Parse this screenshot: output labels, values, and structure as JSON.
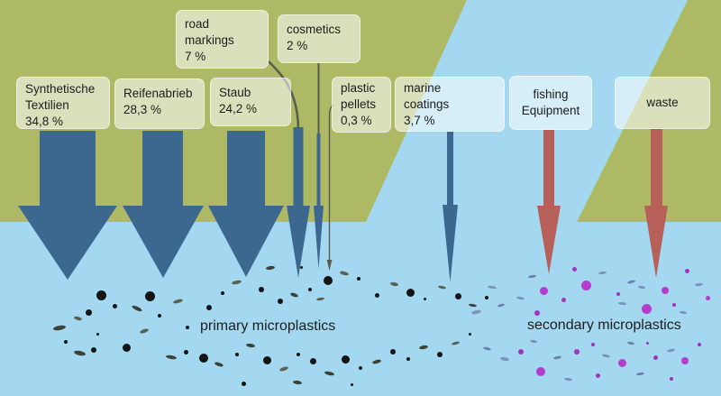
{
  "diagram": {
    "subject": "sources of microplastics entering water",
    "language": "mixed German/English"
  },
  "colors": {
    "green": "#aeb966",
    "water": "#a3d8f0",
    "arrow_blue": "#3c6890",
    "arrow_red": "#b7605a",
    "line_gray": "#575c4e",
    "text": "#1d1d1d",
    "box_fill": "rgba(255,255,255,0.56)",
    "box_border": "rgba(255,255,255,0.55)"
  },
  "boxes": {
    "synthetic_textiles": {
      "lines": [
        "Synthetische",
        "Textilien",
        "34,8 %"
      ]
    },
    "tyre_abrasion": {
      "lines": [
        "Reifenabrieb",
        "28,3 %"
      ]
    },
    "dust": {
      "lines": [
        "Staub",
        "24,2 %"
      ]
    },
    "road_markings": {
      "lines": [
        "road",
        "markings",
        "7 %"
      ]
    },
    "cosmetics": {
      "lines": [
        "cosmetics",
        "2 %"
      ]
    },
    "plastic_pellets": {
      "lines": [
        "plastic",
        "pellets",
        "0,3 %"
      ]
    },
    "marine_coatings": {
      "lines": [
        "marine",
        "coatings",
        "3,7 %"
      ]
    },
    "fishing_equipment": {
      "lines": [
        "fishing",
        "Equipment"
      ]
    },
    "waste": {
      "lines": [
        "waste"
      ]
    }
  },
  "captions": {
    "primary": "primary microplastics",
    "secondary": "secondary microplastics"
  },
  "chart_data": {
    "type": "diagram",
    "title": "",
    "groups": [
      {
        "name": "primary microplastics",
        "categories": [
          "Synthetische Textilien",
          "Reifenabrieb",
          "Staub",
          "road markings",
          "cosmetics",
          "plastic pellets",
          "marine coatings"
        ],
        "values_percent": [
          34.8,
          28.3,
          24.2,
          7,
          2,
          0.3,
          3.7
        ]
      },
      {
        "name": "secondary microplastics",
        "categories": [
          "fishing Equipment",
          "waste"
        ],
        "values_percent": [
          null,
          null
        ]
      }
    ]
  },
  "dot_palettes": {
    "primary": [
      "#141414",
      "#3d4236",
      "#5c6250"
    ],
    "secondary": [
      "#b53ccf",
      "#9f35be",
      "#8090bf",
      "#6d7fae"
    ]
  },
  "primary_dots": [
    [
      66,
      363,
      "e",
      14,
      5,
      -10,
      1
    ],
    [
      86,
      353,
      "e",
      9,
      4,
      15,
      2
    ],
    [
      98,
      346,
      "c",
      7,
      0
    ],
    [
      112,
      327,
      "c",
      11,
      0
    ],
    [
      127,
      339,
      "c",
      5,
      0
    ],
    [
      73,
      379,
      "c",
      4,
      0
    ],
    [
      88,
      391,
      "e",
      13,
      5,
      12,
      1
    ],
    [
      104,
      388,
      "c",
      6,
      0
    ],
    [
      140,
      385,
      "c",
      9,
      0
    ],
    [
      152,
      342,
      "e",
      12,
      4,
      25,
      1
    ],
    [
      166,
      328,
      "c",
      11,
      0
    ],
    [
      177,
      350,
      "c",
      4,
      0
    ],
    [
      160,
      367,
      "e",
      10,
      4,
      -20,
      2
    ],
    [
      190,
      396,
      "e",
      12,
      4,
      10,
      1
    ],
    [
      206,
      390,
      "c",
      5,
      0
    ],
    [
      197,
      334,
      "e",
      11,
      4,
      -15,
      2
    ],
    [
      208,
      363,
      "c",
      4,
      0
    ],
    [
      226,
      397,
      "c",
      10,
      0
    ],
    [
      232,
      341,
      "c",
      6,
      0
    ],
    [
      243,
      404,
      "e",
      10,
      4,
      18,
      1
    ],
    [
      247,
      325,
      "c",
      4,
      0
    ],
    [
      262,
      313,
      "e",
      11,
      4,
      -12,
      2
    ],
    [
      263,
      393,
      "c",
      4,
      0
    ],
    [
      278,
      383,
      "e",
      10,
      4,
      8,
      1
    ],
    [
      290,
      321,
      "c",
      6,
      0
    ],
    [
      296,
      399,
      "c",
      9,
      0
    ],
    [
      300,
      297,
      "e",
      10,
      4,
      -8,
      1
    ],
    [
      311,
      334,
      "c",
      6,
      0
    ],
    [
      315,
      409,
      "e",
      10,
      4,
      -18,
      2
    ],
    [
      326,
      327,
      "e",
      9,
      4,
      20,
      1
    ],
    [
      331,
      393,
      "c",
      4,
      0
    ],
    [
      334,
      296,
      "c",
      3,
      0
    ],
    [
      347,
      400,
      "c",
      7,
      0
    ],
    [
      344,
      321,
      "c",
      4,
      0
    ],
    [
      355,
      331,
      "e",
      9,
      3,
      -10,
      2
    ],
    [
      364,
      311,
      "c",
      10,
      0
    ],
    [
      365,
      414,
      "e",
      11,
      4,
      12,
      1
    ],
    [
      382,
      303,
      "e",
      10,
      4,
      15,
      2
    ],
    [
      383,
      398,
      "c",
      9,
      0
    ],
    [
      398,
      309,
      "c",
      4,
      0
    ],
    [
      400,
      408,
      "c",
      4,
      0
    ],
    [
      418,
      327,
      "c",
      5,
      0
    ],
    [
      418,
      401,
      "e",
      10,
      4,
      -15,
      1
    ],
    [
      436,
      390,
      "c",
      6,
      0
    ],
    [
      437,
      315,
      "e",
      9,
      4,
      10,
      2
    ],
    [
      453,
      398,
      "c",
      4,
      0
    ],
    [
      455,
      324,
      "c",
      9,
      0
    ],
    [
      470,
      385,
      "e",
      10,
      4,
      -10,
      1
    ],
    [
      471,
      331,
      "c",
      3,
      0
    ],
    [
      488,
      393,
      "c",
      6,
      0
    ],
    [
      490,
      318,
      "e",
      9,
      3,
      12,
      2
    ],
    [
      505,
      380,
      "e",
      9,
      3,
      -14,
      2
    ],
    [
      508,
      328,
      "c",
      7,
      0
    ],
    [
      521,
      370,
      "c",
      3,
      0
    ],
    [
      524,
      338,
      "e",
      9,
      3,
      10,
      1
    ],
    [
      540,
      330,
      "c",
      4,
      0
    ],
    [
      270,
      425,
      "c",
      5,
      0
    ],
    [
      330,
      424,
      "e",
      10,
      4,
      8,
      1
    ],
    [
      390,
      426,
      "c",
      3,
      0
    ],
    [
      108,
      370,
      "c",
      3,
      0
    ]
  ],
  "secondary_dots": [
    [
      528,
      346,
      "e",
      11,
      4,
      -12,
      2
    ],
    [
      540,
      386,
      "e",
      9,
      3,
      14,
      3
    ],
    [
      546,
      318,
      "e",
      10,
      3,
      8,
      2
    ],
    [
      556,
      338,
      "e",
      8,
      3,
      -16,
      3
    ],
    [
      560,
      398,
      "e",
      10,
      4,
      10,
      2
    ],
    [
      577,
      330,
      "e",
      9,
      3,
      12,
      2
    ],
    [
      578,
      390,
      "c",
      6,
      1
    ],
    [
      590,
      306,
      "e",
      9,
      3,
      -10,
      3
    ],
    [
      592,
      378,
      "e",
      8,
      3,
      10,
      2
    ],
    [
      596,
      347,
      "c",
      6,
      1
    ],
    [
      600,
      412,
      "c",
      10,
      0
    ],
    [
      603,
      322,
      "c",
      9,
      0
    ],
    [
      618,
      396,
      "e",
      9,
      3,
      -12,
      3
    ],
    [
      625,
      332,
      "c",
      5,
      1
    ],
    [
      630,
      420,
      "e",
      9,
      3,
      10,
      2
    ],
    [
      637,
      298,
      "c",
      5,
      1
    ],
    [
      640,
      390,
      "c",
      6,
      1
    ],
    [
      650,
      316,
      "c",
      11,
      0
    ],
    [
      658,
      382,
      "c",
      4,
      1
    ],
    [
      663,
      416,
      "c",
      5,
      1
    ],
    [
      668,
      302,
      "e",
      9,
      3,
      -8,
      2
    ],
    [
      672,
      394,
      "e",
      9,
      3,
      12,
      2
    ],
    [
      686,
      326,
      "c",
      4,
      1
    ],
    [
      690,
      336,
      "e",
      9,
      3,
      6,
      2
    ],
    [
      690,
      402,
      "c",
      9,
      0
    ],
    [
      700,
      312,
      "e",
      9,
      3,
      -14,
      3
    ],
    [
      700,
      380,
      "e",
      8,
      3,
      10,
      3
    ],
    [
      710,
      414,
      "e",
      9,
      3,
      -10,
      3
    ],
    [
      712,
      318,
      "e",
      8,
      3,
      8,
      2
    ],
    [
      717,
      342,
      "c",
      11,
      0
    ],
    [
      718,
      380,
      "c",
      3,
      1
    ],
    [
      727,
      396,
      "c",
      5,
      1
    ],
    [
      738,
      322,
      "c",
      8,
      0
    ],
    [
      744,
      388,
      "e",
      9,
      3,
      -12,
      2
    ],
    [
      748,
      338,
      "c",
      4,
      1
    ],
    [
      758,
      346,
      "e",
      8,
      3,
      10,
      2
    ],
    [
      760,
      400,
      "c",
      8,
      0
    ],
    [
      762,
      300,
      "c",
      5,
      1
    ],
    [
      775,
      315,
      "e",
      9,
      3,
      -8,
      2
    ],
    [
      776,
      382,
      "c",
      4,
      1
    ],
    [
      785,
      330,
      "c",
      5,
      0
    ],
    [
      745,
      420,
      "c",
      4,
      1
    ]
  ]
}
